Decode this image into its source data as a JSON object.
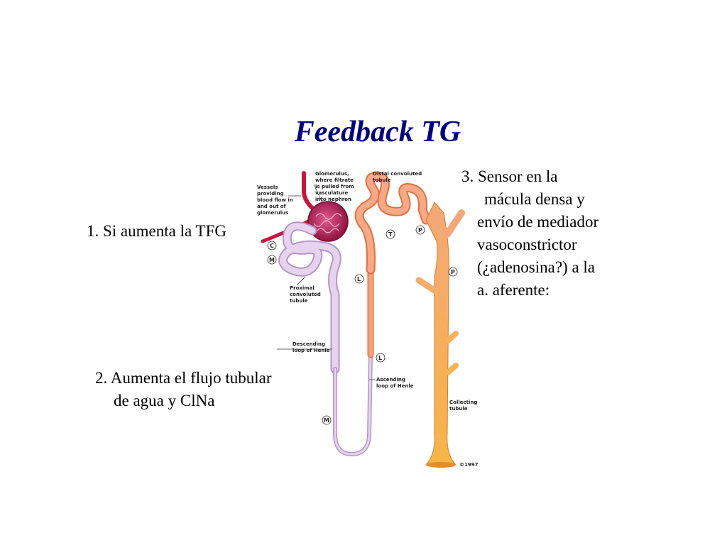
{
  "title": "Feedback TG",
  "points": {
    "p1": "1. Si aumenta la TFG",
    "p2": [
      "2. Aumenta el flujo tubular",
      "de agua y ClNa"
    ],
    "p3": [
      "3. Sensor en la",
      "mácula densa y",
      "envío de mediador",
      "vasoconstrictor",
      "(¿adenosina?) a la",
      "a. aferente:"
    ]
  },
  "diagram": {
    "labels": {
      "vessels": [
        "Vessels",
        "providing",
        "blood flow in",
        "and out of",
        "glomerulus"
      ],
      "glomerulus": [
        "Glomerulus,",
        "where filtrate",
        "is pulled from",
        "vasculature",
        "into nephron"
      ],
      "distal": [
        "Distal convoluted",
        "tubule"
      ],
      "proximal": [
        "Proximal",
        "convoluted",
        "tubule"
      ],
      "descending": [
        "Descending",
        "loop of Henle"
      ],
      "ascending": [
        "Ascending",
        "loop of Henle"
      ],
      "collecting": [
        "Collecting",
        "tubule"
      ],
      "copyright": "©1997"
    },
    "markers": {
      "c": "C",
      "m1": "M",
      "t": "T",
      "p1": "P",
      "p2": "P",
      "l1": "L",
      "l2": "L",
      "m2": "M"
    },
    "colors": {
      "proximal": "#d7bfe3",
      "distal": "#f2996f",
      "collecting": "#f6b86a",
      "glomerulus": "#b0124f",
      "vessel": "#c8163e"
    }
  }
}
